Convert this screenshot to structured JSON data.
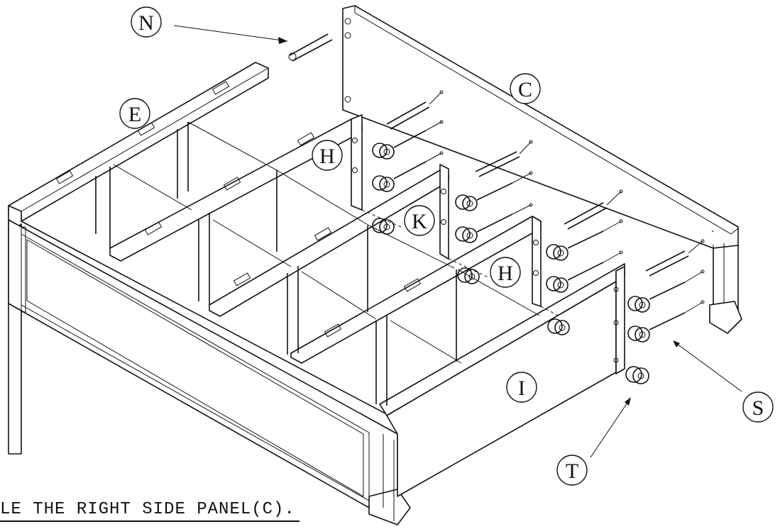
{
  "labels": {
    "N": "N",
    "C": "C",
    "E": "E",
    "H_upper": "H",
    "K": "K",
    "H_lower": "H",
    "I": "I",
    "S": "S",
    "T": "T"
  },
  "caption": "LE THE RIGHT SIDE PANEL(C)."
}
